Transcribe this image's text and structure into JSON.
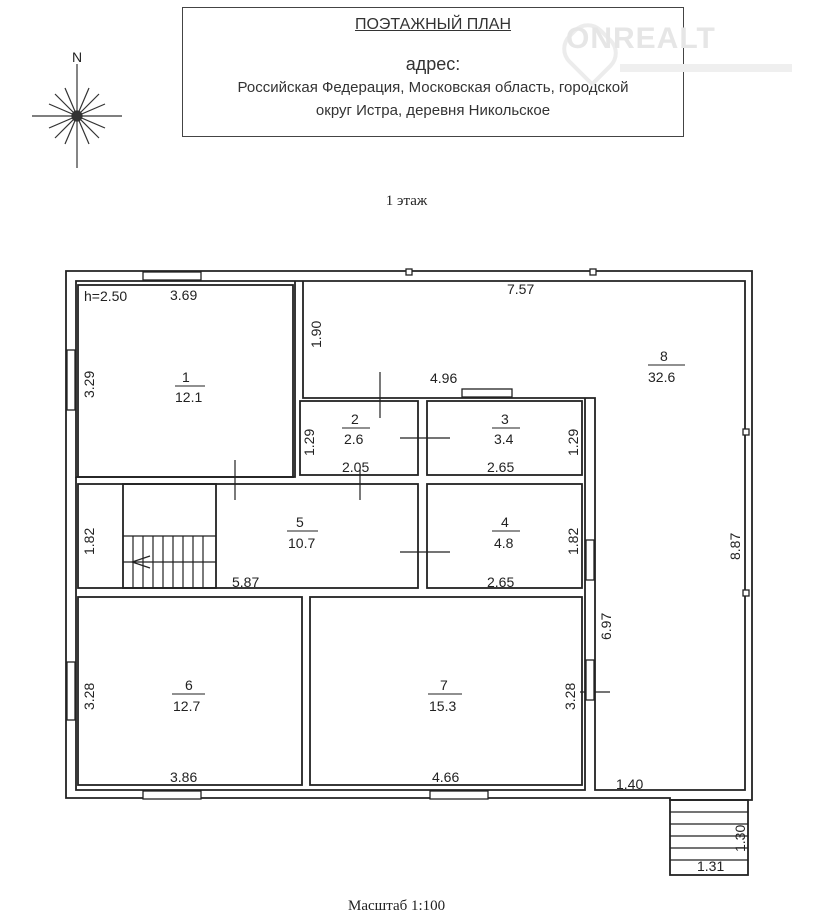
{
  "header": {
    "title": "ПОЭТАЖНЫЙ ПЛАН",
    "address_label": "адрес:",
    "address_line1": "Российская Федерация, Московская область, городской",
    "address_line2": "округ Истра, деревня Никольское"
  },
  "watermark": "ONREALT",
  "compass": {
    "north": "N"
  },
  "floor_label": "1 этаж",
  "scale": "Масштаб 1:100",
  "height": "h=2.50",
  "rooms": [
    {
      "num": "1",
      "area": "12.1"
    },
    {
      "num": "2",
      "area": "2.6"
    },
    {
      "num": "3",
      "area": "3.4"
    },
    {
      "num": "4",
      "area": "4.8"
    },
    {
      "num": "5",
      "area": "10.7"
    },
    {
      "num": "6",
      "area": "12.7"
    },
    {
      "num": "7",
      "area": "15.3"
    },
    {
      "num": "8",
      "area": "32.6"
    }
  ],
  "dims": {
    "r1_w": "3.69",
    "r1_h": "3.29",
    "r8_top": "7.57",
    "r8_step": "1.90",
    "r8_inner": "4.96",
    "r8_right": "8.87",
    "r8_inner_v": "6.97",
    "r8_bottom": "1.40",
    "r2_h": "1.29",
    "r2_w": "2.05",
    "r3_h": "1.29",
    "r3_w": "2.65",
    "r5_h": "1.82",
    "r5_w": "5.87",
    "r4_h": "1.82",
    "r4_w": "2.65",
    "r6_h": "3.28",
    "r6_w": "3.86",
    "r7_h": "3.28",
    "r7_w": "4.66",
    "porch_h": "1.30",
    "porch_w": "1.31"
  }
}
